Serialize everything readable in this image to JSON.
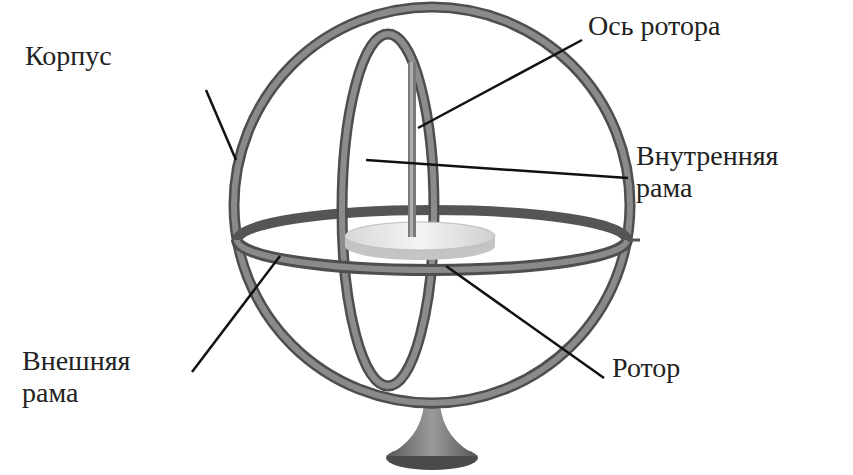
{
  "diagram": {
    "labels": [
      "Корпус",
      "Ось ротора",
      "Внутренняя рама",
      "Ротор",
      "Внешняя рама"
    ]
  }
}
